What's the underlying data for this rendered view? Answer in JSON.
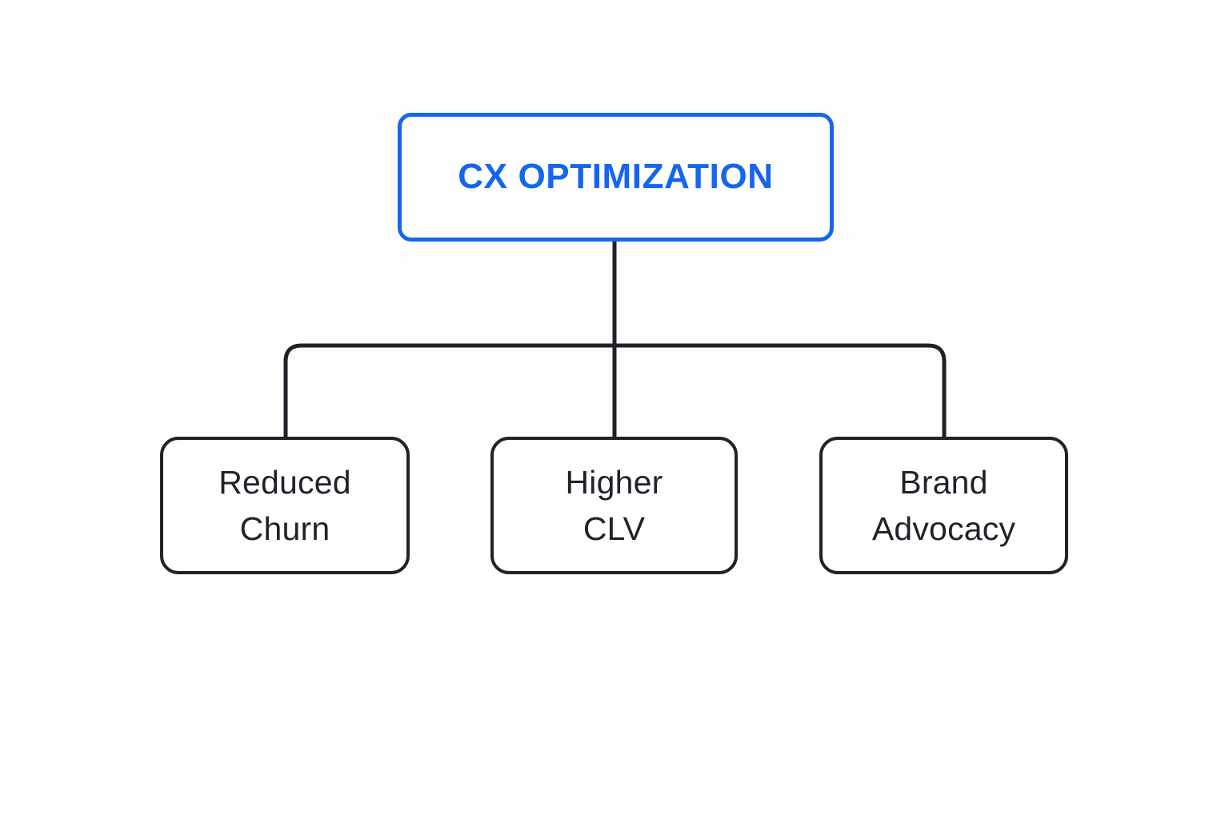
{
  "diagram": {
    "title": "CX Optimization outcomes tree",
    "background_color": "#fefefe",
    "accent_color": "#1565f0",
    "node_stroke_color": "#1f2329",
    "connector_color": "#1f2329",
    "root": {
      "label": "CX OPTIMIZATION",
      "text_color": "#1565f0",
      "border_color": "#1565f0"
    },
    "children": [
      {
        "label": "Reduced\nChurn",
        "line1": "Reduced",
        "line2": "Churn",
        "text_color": "#1f2329",
        "border_color": "#1f2329"
      },
      {
        "label": "Higher\nCLV",
        "line1": "Higher",
        "line2": "CLV",
        "text_color": "#1f2329",
        "border_color": "#1f2329"
      },
      {
        "label": "Brand\nAdvocacy",
        "line1": "Brand",
        "line2": "Advocacy",
        "text_color": "#1f2329",
        "border_color": "#1f2329"
      }
    ]
  }
}
